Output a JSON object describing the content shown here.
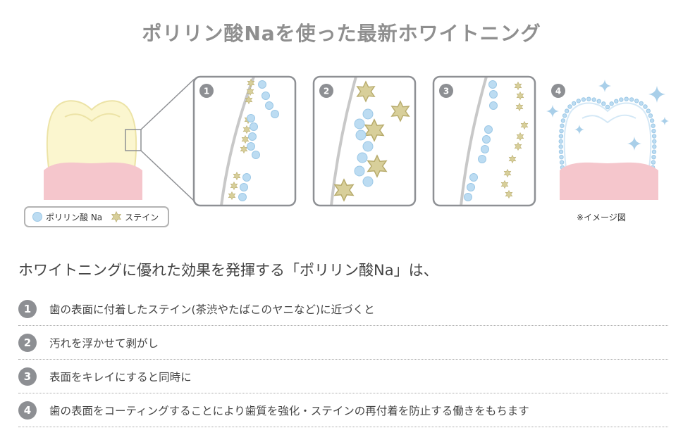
{
  "title": "ポリリン酸Naを使った最新ホワイトニング",
  "panel_numbers": [
    "1",
    "2",
    "3",
    "4"
  ],
  "legend": {
    "polyphosphate_label": "ポリリン酸 Na",
    "stain_label": "ステイン"
  },
  "image_note": "※イメージ図",
  "lead_text": "ホワイトニングに優れた効果を発揮する「ポリリン酸Na」は、",
  "steps": [
    {
      "num": "1",
      "text": "歯の表面に付着したステイン(茶渋やたばこのヤニなど)に近づくと"
    },
    {
      "num": "2",
      "text": "汚れを浮かせて剥がし"
    },
    {
      "num": "3",
      "text": "表面をキレイにすると同時に"
    },
    {
      "num": "4",
      "text": "歯の表面をコーティングすることにより歯質を強化・ステインの再付着を防止する働きをもちます"
    }
  ],
  "colors": {
    "title": "#8f8f8f",
    "badge": "#8d8f93",
    "molecule": "#bcdcf2",
    "molecule_stroke": "#9cc8e6",
    "stain": "#d8cf9a",
    "stain_stroke": "#b7ab6c",
    "gum": "#f5c6cc",
    "tooth_yellow": "#fbf6cf",
    "tooth_white": "#ffffff",
    "panel_border": "#8e9094",
    "enamel_line": "#c8c8c8",
    "sparkle": "#a9cfe9"
  }
}
